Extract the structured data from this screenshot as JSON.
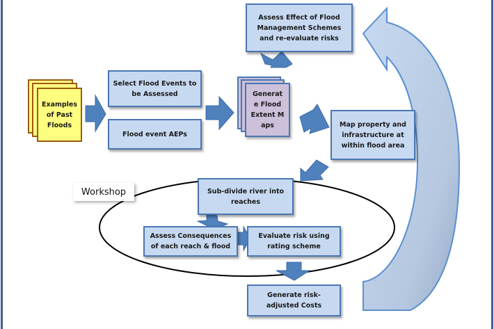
{
  "diagram": {
    "nodes": {
      "examples_past_floods": "Examples of Past Floods",
      "select_flood_events": "Select Flood Events to be Assessed",
      "flood_event_aeps": "Flood event AEPs",
      "generate_flood_extent_maps": "Generat e Flood Extent Maps",
      "map_property": "Map property and infrastructure at within flood area",
      "assess_effect": "Assess Effect of Flood Management Schemes and re-evaluate risks",
      "subdivide_river": "Sub-divide river into reaches",
      "assess_consequences": "Assess Consequences of each reach & flood",
      "evaluate_risk": "Evaluate risk using rating scheme",
      "generate_costs": "Generate risk-adjusted Costs"
    },
    "group_label": "Workshop",
    "colors": {
      "process_fill": "#c6d9f1",
      "process_border": "#4a76b2",
      "arrow_fill": "#4f81bd",
      "input_doc_fill": "#ffff80",
      "input_doc_border": "#9c5a12",
      "maps_fill": "#ccc0da",
      "feedback_arrow_fill": "#c6d9f1"
    }
  }
}
